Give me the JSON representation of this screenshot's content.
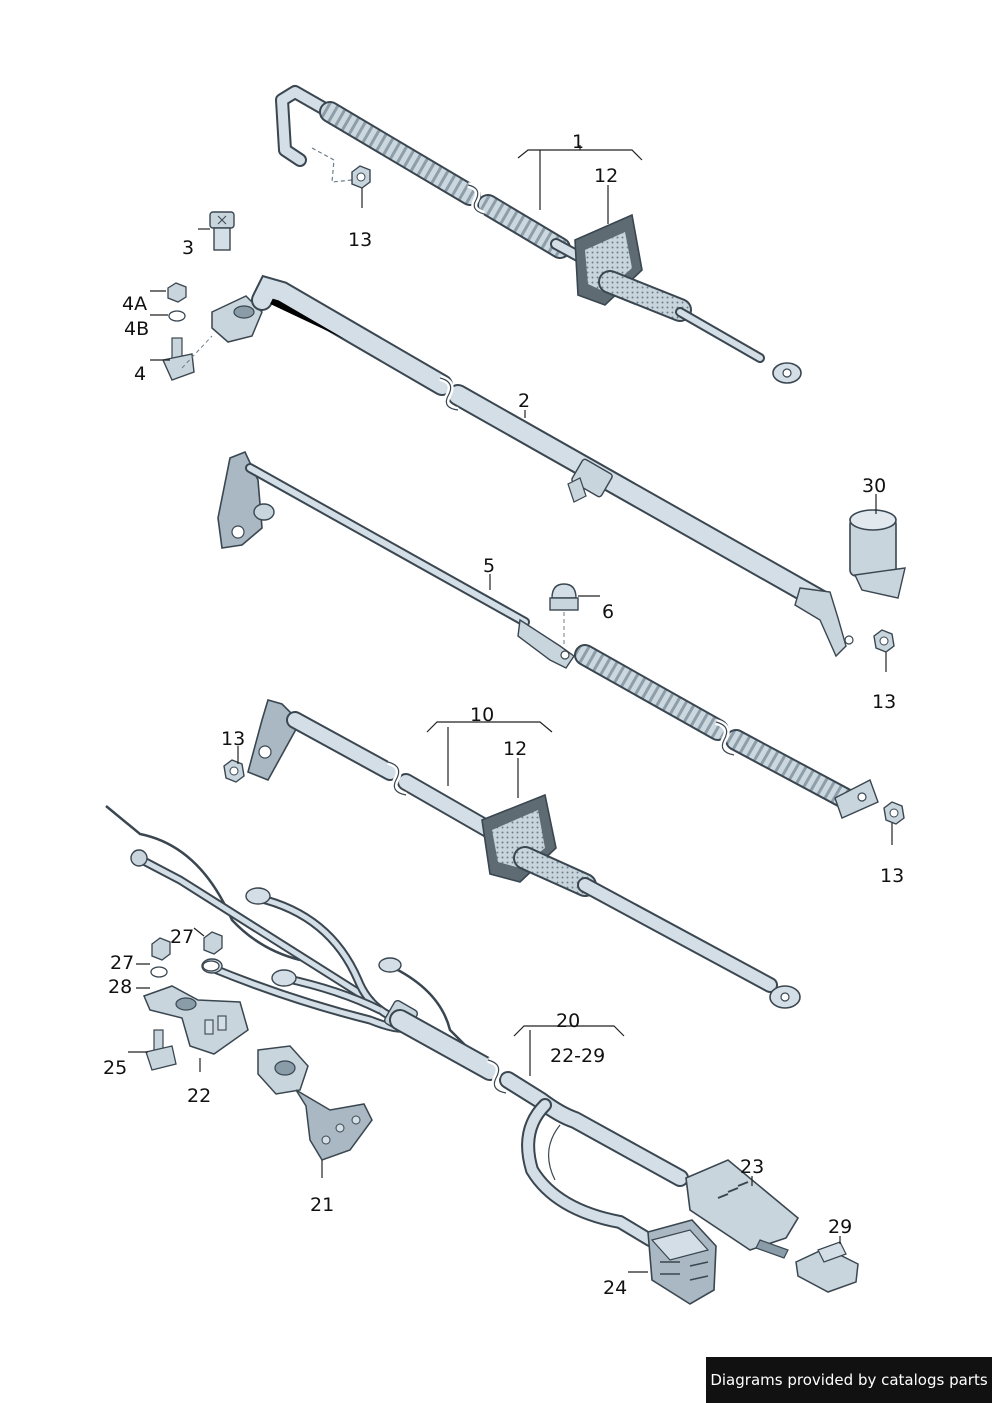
{
  "callouts": {
    "c1": "1",
    "c12a": "12",
    "c13a": "13",
    "c3": "3",
    "c4a": "4A",
    "c4b": "4B",
    "c4": "4",
    "c2": "2",
    "c30": "30",
    "c5": "5",
    "c6": "6",
    "c13b": "13",
    "c10": "10",
    "c12b": "12",
    "c13c": "13",
    "c13d": "13",
    "c27a": "27",
    "c27b": "27",
    "c28": "28",
    "c20": "20",
    "c2229": "22-29",
    "c25": "25",
    "c22": "22",
    "c21": "21",
    "c23": "23",
    "c29": "29",
    "c24": "24"
  },
  "credit": "Diagrams provided by catalogs parts",
  "colors": {
    "cable_fill": "#d3dee6",
    "cable_dark": "#8a9ca8",
    "rubber_dark": "#5f6b73",
    "outline": "#3a4650"
  }
}
